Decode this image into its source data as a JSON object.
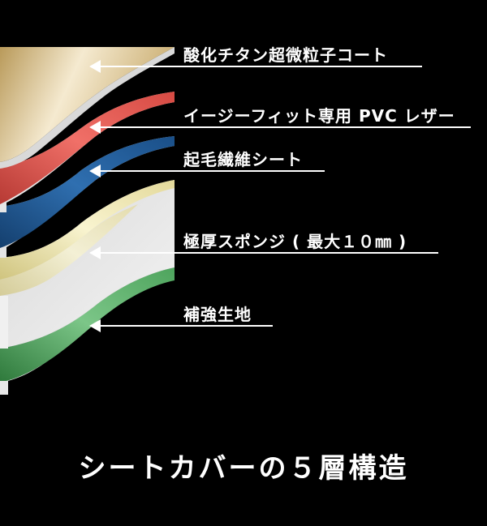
{
  "layers": [
    {
      "label": "酸化チタン超微粒子コート",
      "color_light": "#f3e6c4",
      "color_mid": "#c8ab6e",
      "color_dark": "#a98a4d"
    },
    {
      "label": "イージーフィット専用 PVC レザー",
      "color_light": "#ff8a80",
      "color_mid": "#e2544d",
      "color_dark": "#b73a34"
    },
    {
      "label": "起毛繊維シート",
      "color_light": "#4a86c6",
      "color_mid": "#1f5b9a",
      "color_dark": "#143f6e"
    },
    {
      "label": "極厚スポンジ ( 最大１０㎜ )",
      "color_light": "#f7f2c2",
      "color_mid": "#dcd28a",
      "color_dark": "#b9ad62"
    },
    {
      "label": "補強生地",
      "color_light": "#8ed29a",
      "color_mid": "#4fa65e",
      "color_dark": "#2f7a3c"
    }
  ],
  "caption": "シートカバーの５層構造"
}
